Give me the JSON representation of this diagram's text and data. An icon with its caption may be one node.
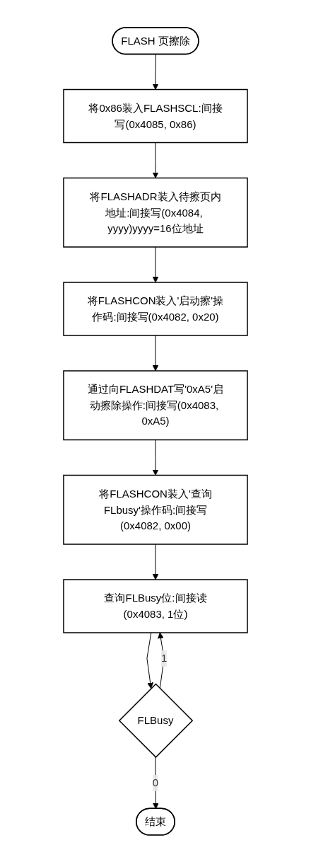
{
  "diagram": {
    "nodes": [
      {
        "text": [
          "FLASH 页擦除"
        ]
      },
      {
        "text": [
          "将0x86装入FLASHSCL:间接写(0x4085, 0x86)"
        ]
      },
      {
        "text": [
          "将FLASHADR装入待擦页内地址:间接写(0x4084, yyyy)yyyy=16位地址"
        ]
      },
      {
        "text": [
          "将FLASHCON装入'启动擦'操作码:间接写(0x4082, 0x20)"
        ]
      },
      {
        "text": [
          "通过向FLASHDAT写'0xA5'启动擦除操作:间接写(0x4083, 0xA5)"
        ]
      },
      {
        "text": [
          "将FLASHCON装入'查询FLbusy'操作码:间接写(0x4082, 0x00)"
        ]
      },
      {
        "text": [
          "查询FLBusy位:间接读(0x4083, 1位)"
        ]
      },
      {
        "text": [
          "FLBusy"
        ]
      },
      {
        "text": [
          "结束"
        ]
      }
    ],
    "edges": [
      {
        "from": 0,
        "to": 1,
        "arrow": "to"
      },
      {
        "from": 1,
        "to": 2,
        "arrow": "to"
      },
      {
        "from": 2,
        "to": 3,
        "arrow": "to"
      },
      {
        "from": 3,
        "to": 4,
        "arrow": "to"
      },
      {
        "from": 4,
        "to": 5,
        "arrow": "to"
      },
      {
        "from": 5,
        "to": 6,
        "arrow": "to"
      },
      {
        "from": 6,
        "to": 7,
        "arrow": "to"
      },
      {
        "from": 7,
        "to": 8,
        "label": "0",
        "arrow": "to"
      },
      {
        "from": 7,
        "to": 6,
        "label": "1",
        "arrow": "to"
      }
    ]
  }
}
